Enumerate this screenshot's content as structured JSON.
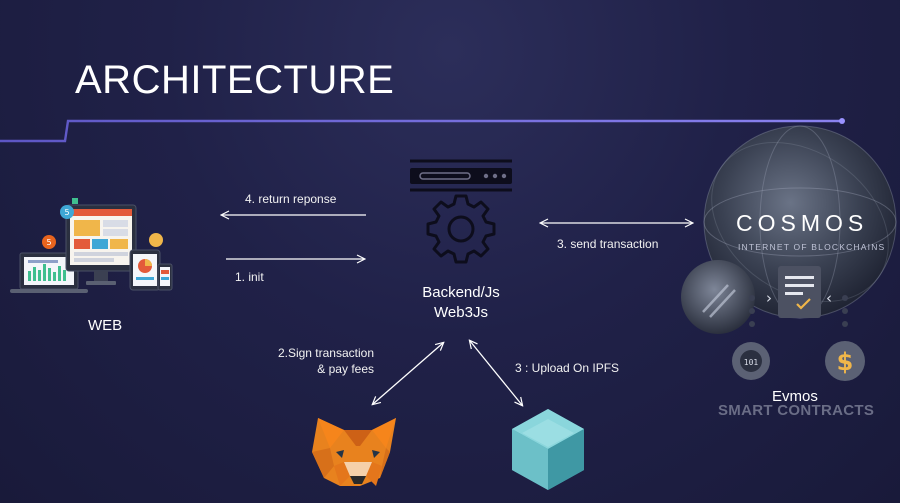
{
  "title": "ARCHITECTURE",
  "nodes": {
    "web": "WEB",
    "backend_line1": "Backend/Js",
    "backend_line2": "Web3Js",
    "evmos": "Evmos",
    "smart_contracts": "SMART CONTRACTS",
    "cosmos_logo": "COSMOS",
    "cosmos_tagline": "INTERNET OF BLOCKCHAINS"
  },
  "edges": {
    "return": "4.  return reponse",
    "init": "1.  init",
    "send": "3. send transaction",
    "sign_line1": "2.Sign transaction",
    "sign_line2": "& pay fees",
    "upload": "3 : Upload On IPFS"
  },
  "colors": {
    "background": "#202148",
    "accent_line": "#6f67d8",
    "fox_orange": "#e8821e",
    "ipfs_teal": "#65c2cb"
  }
}
